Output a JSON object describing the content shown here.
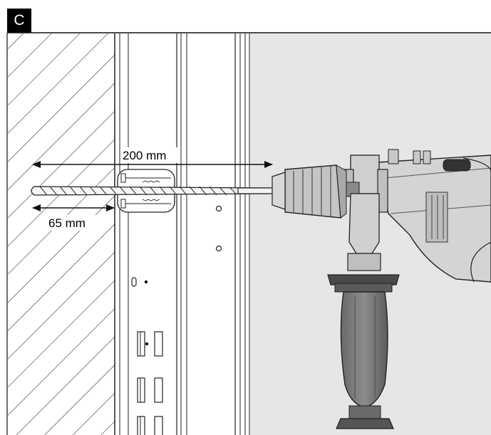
{
  "step_label": "C",
  "dimensions": {
    "overall_length": "200 mm",
    "anchor_depth": "65 mm"
  },
  "colors": {
    "background_wall": "#e6e6e6",
    "line": "#222222",
    "drill_body": "#d0d0d0",
    "chuck": "#b8b8b8",
    "handle": "#7a7a7a",
    "collar": "#4a4a4a"
  },
  "icons": [
    "drill-icon",
    "drill-bit-icon",
    "wall-anchor-icon"
  ]
}
